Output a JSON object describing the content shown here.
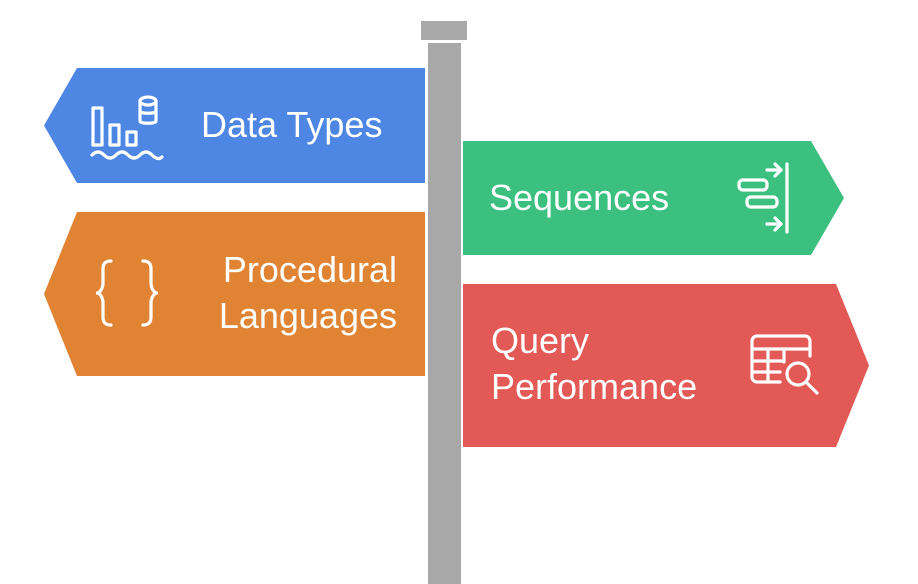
{
  "colors": {
    "pole": "#a8a8a8",
    "data_types": "#4e86e4",
    "procedural": "#e08433",
    "sequences": "#3cc07f",
    "query": "#e25955",
    "text": "#ffffff"
  },
  "signs": [
    {
      "line1": "Data Types",
      "icon": "chart-database-icon",
      "direction": "left"
    },
    {
      "line1": "Procedural",
      "line2": "Languages",
      "icon": "curly-braces-icon",
      "direction": "left"
    },
    {
      "line1": "Sequences",
      "icon": "sequence-arrows-icon",
      "direction": "right"
    },
    {
      "line1": "Query",
      "line2": "Performance",
      "icon": "table-search-icon",
      "direction": "right"
    }
  ]
}
